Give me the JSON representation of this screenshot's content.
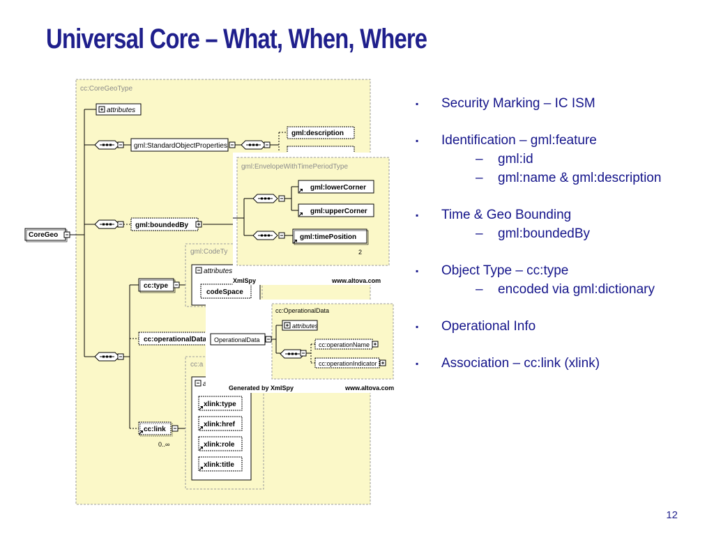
{
  "slide": {
    "title": "Universal Core – What, When, Where",
    "page_number": "12"
  },
  "bullets": [
    {
      "text": "Security Marking – IC ISM",
      "subs": []
    },
    {
      "text": "Identification – gml:feature",
      "subs": [
        "gml:id",
        "gml:name & gml:description"
      ]
    },
    {
      "text": "Time & Geo Bounding",
      "subs": [
        "gml:boundedBy"
      ]
    },
    {
      "text": "Object Type – cc:type",
      "subs": [
        "encoded via gml:dictionary"
      ]
    },
    {
      "text": "Operational Info",
      "subs": []
    },
    {
      "text": "Association – cc:link (xlink)",
      "subs": []
    }
  ],
  "bullet_marker": "▪",
  "dash_marker": "–",
  "diagram": {
    "core_geo_type": {
      "header": "cc:CoreGeoType",
      "root": "CoreGeo",
      "attributes": "attributes",
      "standard_props": "gml:StandardObjectProperties",
      "description": "gml:description",
      "bounded_by": "gml:boundedBy",
      "type": "cc:type",
      "operational_data": "cc:operationalData",
      "link": "cc:link",
      "link_occurs": "0..∞"
    },
    "envelope": {
      "header": "gml:EnvelopeWithTimePeriodType",
      "lower_corner": "gml:lowerCorner",
      "upper_corner": "gml:upperCorner",
      "time_position": "gml:timePosition",
      "time_occurs": "2",
      "generated": "XmlSpy",
      "url": "www.altova.com"
    },
    "code_type": {
      "header": "gml:CodeTy",
      "attributes": "attributes",
      "code_space": "codeSpace"
    },
    "operational": {
      "header": "cc:OperationalData",
      "root": "OperationalData",
      "attributes": "attributes",
      "operation_name": "cc:operationName",
      "operation_indicator": "cc:operationIndicator",
      "generated": "Generated by XmlSpy",
      "url": "www.altova.com"
    },
    "link_type": {
      "header": "cc:a",
      "attr_initial": "a",
      "xlink_type": "xlink:type",
      "xlink_href": "xlink:href",
      "xlink_role": "xlink:role",
      "xlink_title": "xlink:title"
    }
  }
}
